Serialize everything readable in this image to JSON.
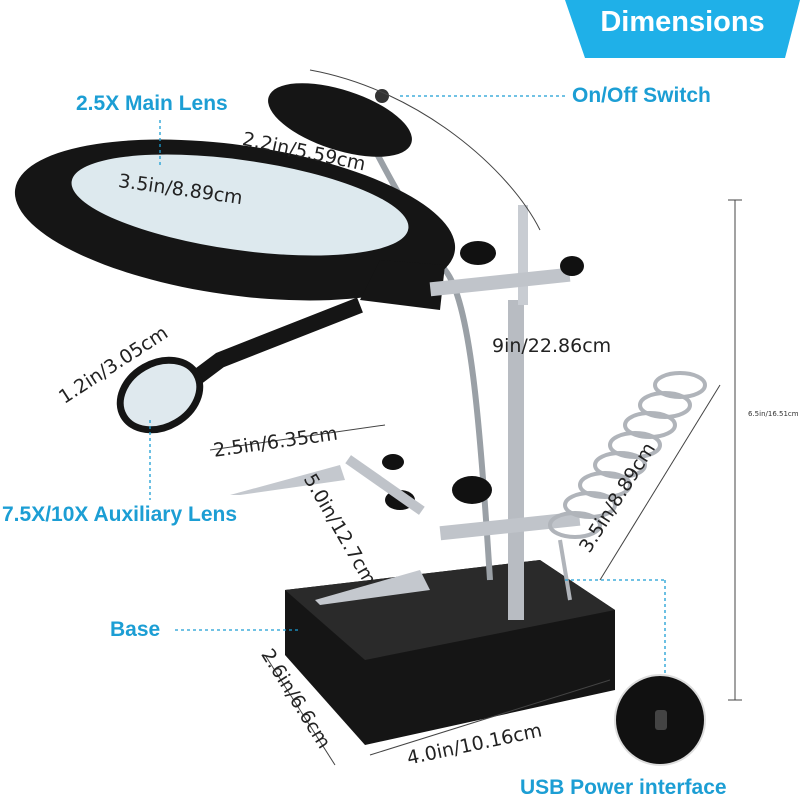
{
  "header": {
    "title": "Dimensions"
  },
  "colors": {
    "accent": "#1fb0e8",
    "callout_text": "#1c9ed4",
    "product": "#1a1a1a",
    "metal": "#b8bcc2"
  },
  "callouts": {
    "main_lens": "2.5X Main Lens",
    "switch": "On/Off Switch",
    "aux_lens": "7.5X/10X Auxiliary Lens",
    "base": "Base",
    "usb": "USB Power interface"
  },
  "dimensions": {
    "lamp_width": "2.2in/5.59cm",
    "main_lens_diameter": "3.5in/8.89cm",
    "aux_lens_diameter": "1.2in/3.05cm",
    "arm_height": "9in/22.86cm",
    "clip_length": "2.5in/6.35cm",
    "clip_arm": "5.0in/12.7cm",
    "coil_height": "3.5in/8.89cm",
    "total_height": "6.5in/16.51cm",
    "base_depth": "2.6in/6.6cm",
    "base_width": "4.0in/10.16cm"
  }
}
